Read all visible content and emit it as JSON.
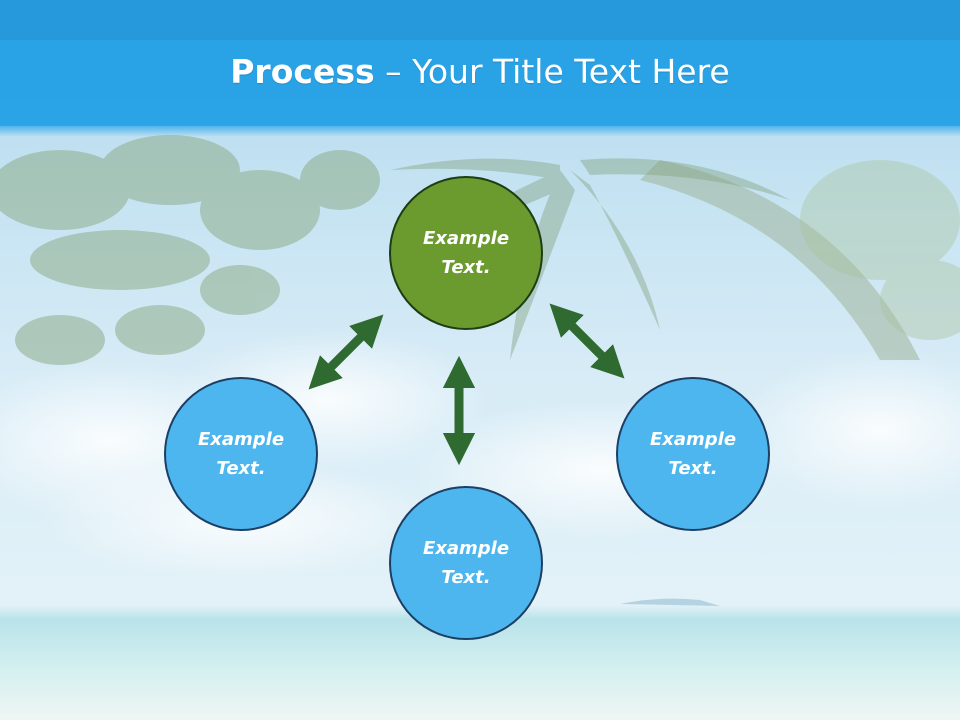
{
  "title": {
    "bold": "Process",
    "rest": " – Your Title Text Here"
  },
  "nodes": {
    "top": {
      "line1": "Example",
      "line2": "Text."
    },
    "left": {
      "line1": "Example",
      "line2": "Text."
    },
    "right": {
      "line1": "Example",
      "line2": "Text."
    },
    "bottom": {
      "line1": "Example",
      "line2": "Text."
    }
  },
  "colors": {
    "header": "#2aa3e6",
    "node_blue": "#4eb6ee",
    "node_green": "#6b9a2e",
    "arrow": "#2f6b30"
  }
}
